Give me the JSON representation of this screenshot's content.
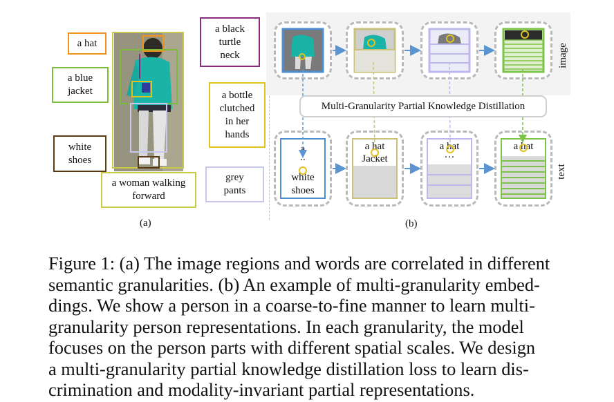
{
  "panel_a": {
    "labels": {
      "hat": "a hat",
      "jacket": "a blue\njacket",
      "shoes": "white\nshoes",
      "woman": "a woman walking\nforward",
      "turtle": "a black\nturtle\nneck",
      "bottle": "a bottle\nclutched\nin her\nhands",
      "pants": "grey\npants"
    },
    "sublabel": "(a)"
  },
  "panel_b": {
    "distill_title": "Multi-Granularity Partial Knowledge Distillation",
    "image_side": "image",
    "text_side": "text",
    "text_tiles": {
      "t1_top": "a",
      "t1_dots": "..",
      "t1_bottom": "white\nshoes",
      "t2_top": "a hat",
      "t2_mid": "Jacket",
      "t3_top": "a hat",
      "t3_dots": "···",
      "t4_top": "a hat"
    },
    "sublabel": "(b)"
  },
  "caption": {
    "lines": [
      "Figure 1: (a) The image regions and words are correlated in different",
      "semantic granularities. (b) An example of multi-granularity embed-",
      "dings. We show a person in a coarse-to-fine manner to learn multi-",
      "granularity person representations.  In each granularity, the model",
      "focuses on the person parts with different spatial scales. We design",
      "a multi-granularity partial knowledge distillation loss to learn dis-",
      "crimination and modality-invariant partial representations."
    ]
  },
  "colors": {
    "hat": "#f0931e",
    "jacket": "#7dbb3c",
    "shoes": "#5c3a14",
    "woman": "#c9c94a",
    "turtle": "#8a2b80",
    "bottle": "#e2c21f",
    "pants": "#c8c8ee",
    "blue": "#4f8fce",
    "olive": "#c9c27a",
    "lavender": "#bdb8ec",
    "green": "#7dc24a",
    "dash": "#b9b9b9",
    "arrow": "#5a95d2"
  }
}
